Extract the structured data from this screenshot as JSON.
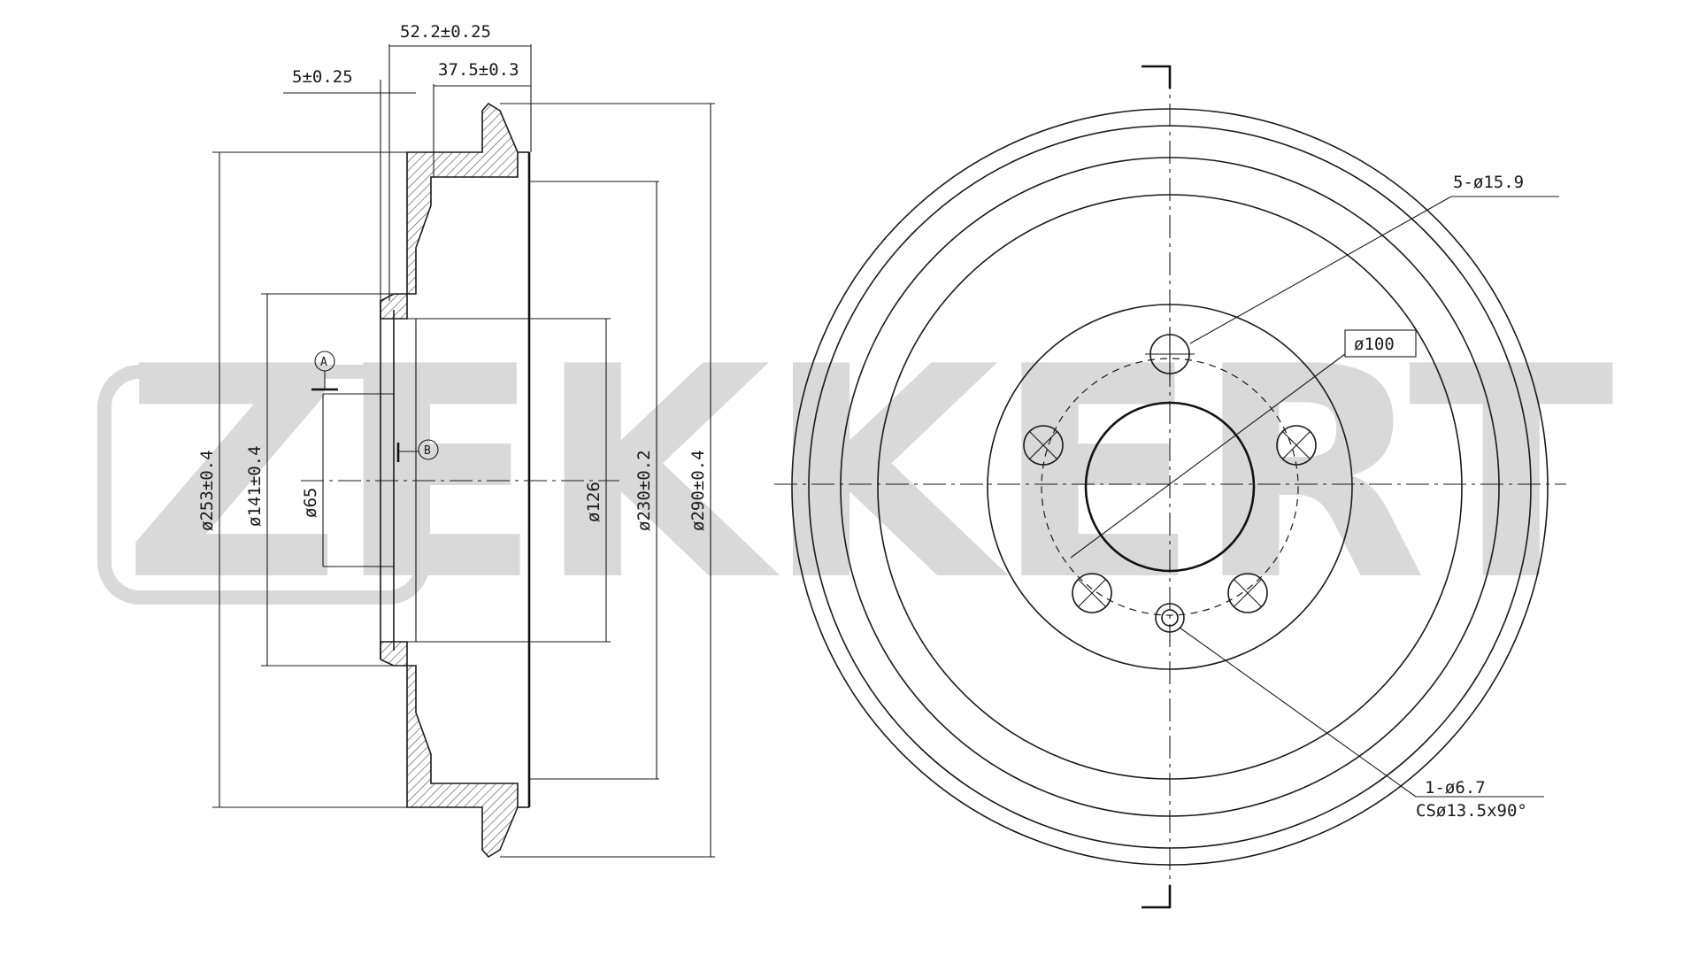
{
  "watermark": {
    "brand": "ZEKKERT",
    "color": "#d9d9d9"
  },
  "colors": {
    "line": "#1a1a1a",
    "hatch": "#555555",
    "background": "#ffffff"
  },
  "side_view": {
    "dimensions": {
      "overall_width": "52.2±0.25",
      "flange_thickness": "5±0.25",
      "drum_depth": "37.5±0.3",
      "d253": "ø253±0.4",
      "d141": "ø141±0.4",
      "d65": "ø65",
      "d126": "ø126",
      "d230": "ø230±0.2",
      "d290": "ø290±0.4"
    },
    "datums": {
      "a": "A",
      "b": "B"
    }
  },
  "front_view": {
    "callouts": {
      "bolt_holes": "5-ø15.9",
      "pitch_circle": "ø100",
      "threaded_hole_line1": "1-ø6.7",
      "threaded_hole_line2": "CSø13.5x90°"
    }
  }
}
